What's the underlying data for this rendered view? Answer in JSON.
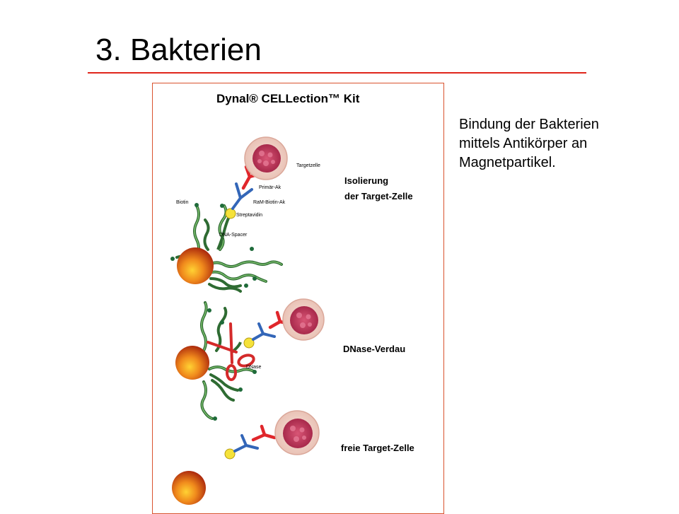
{
  "slide": {
    "title": "3. Bakterien",
    "caption_lines": [
      "Bindung der Bakterien",
      "mittels Antikörper an",
      "Magnetpartikel."
    ]
  },
  "figure": {
    "kit_title": "Dynal® CELLection™ Kit",
    "labels": {
      "targetzelle": "Targetzelle",
      "primaer_ak": "Primär-Ak",
      "ram_biotin_ak": "RaM-Biotin-Ak",
      "streptavidin": "Streptavidin",
      "biotin": "Biotin",
      "dna_spacer": "DNA-Spacer",
      "dnase": "DNase"
    },
    "steps": [
      {
        "line1": "Isolierung",
        "line2": "der Target-Zelle"
      },
      {
        "line1": "DNase-Verdau"
      },
      {
        "line1": "freie Target-Zelle"
      }
    ]
  },
  "colors": {
    "rule": "#e0261b",
    "frame": "#d9532e",
    "bead": "#e8801a",
    "dna": "#3c8a3f",
    "antibody_red": "#e0262b",
    "antibody_blue": "#3366b8",
    "streptavidin": "#f5e23a",
    "cell_membrane": "#f2cfc4",
    "cell_nucleus": "#c03a5a"
  }
}
